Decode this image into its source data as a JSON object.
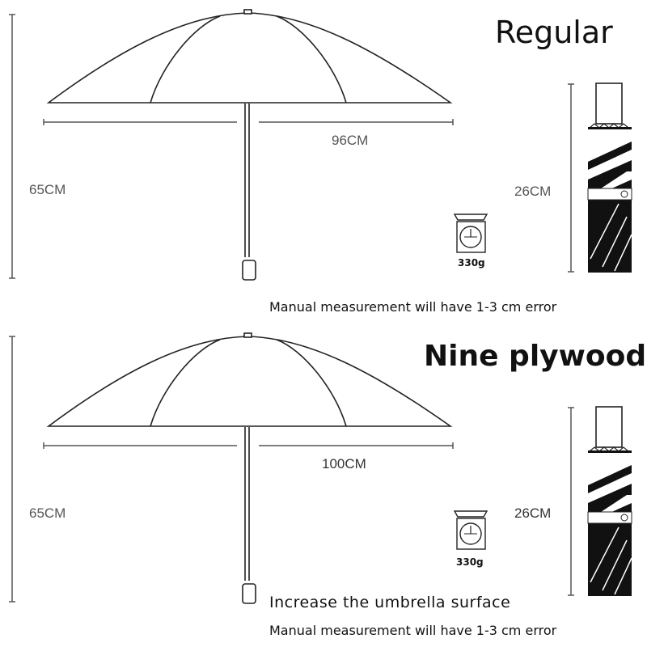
{
  "regular": {
    "title": "Regular",
    "open_length": "96CM",
    "height": "65CM",
    "folded_length": "26CM",
    "weight": "330g",
    "note": "Manual measurement will have 1-3 cm error"
  },
  "nine_plywood": {
    "title": "Nine plywood",
    "open_length": "100CM",
    "height": "65CM",
    "folded_length": "26CM",
    "weight": "330g",
    "feature": "Increase the umbrella surface",
    "note": "Manual measurement will have 1-3 cm error"
  },
  "icons": {
    "umbrella": "open-umbrella-icon",
    "folded": "folded-umbrella-icon",
    "scale": "kitchen-scale-icon"
  },
  "colors": {
    "line": "#222222",
    "dim_line": "#555555",
    "folded_fill": "#111111"
  }
}
